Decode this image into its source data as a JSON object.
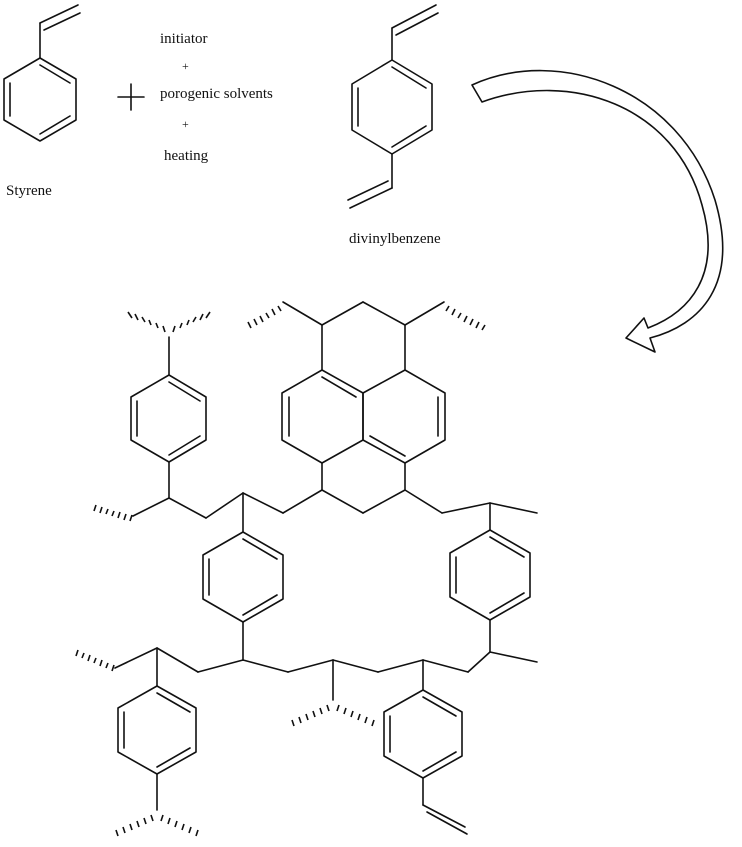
{
  "reaction": {
    "reactant_1": "Styrene",
    "reactant_2": "divinylbenzene",
    "plus_sign": "+",
    "conditions": {
      "initiator": "initiator",
      "plus_1": "+",
      "porogenic_solvents": "porogenic solvents",
      "plus_2": "+",
      "heating": "heating"
    }
  },
  "colors": {
    "line": "#111111",
    "background": "#ffffff"
  },
  "icons": {
    "reaction_arrow": "curved-arrow-icon"
  }
}
